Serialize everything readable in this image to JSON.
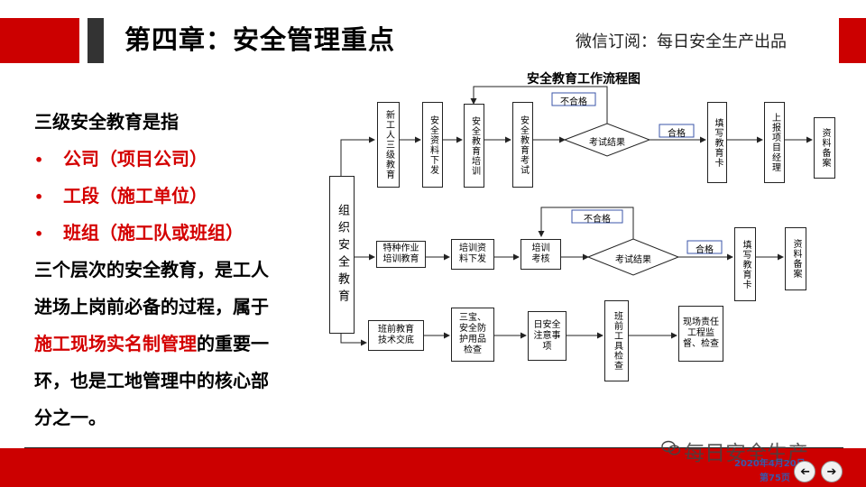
{
  "header": {
    "title": "第四章：安全管理重点",
    "subscribe": "微信订阅：每日安全生产出品"
  },
  "left_panel": {
    "intro": "三级安全教育是指",
    "bullet": "•",
    "items": [
      "公司（项目公司）",
      "工段（施工单位）",
      "班组（施工队或班组）"
    ],
    "body_1": "三个层次的安全教育，是工人",
    "body_2": "进场上岗前必备的过程，属于",
    "body_3_highlight": "施工现场实名制管理",
    "body_3_rest": "的重要一",
    "body_4": "环，也是工地管理中的核心部",
    "body_5": "分之一。"
  },
  "flowchart": {
    "title": "安全教育工作流程图",
    "root": "组织安全教育",
    "row1": [
      "新工人三级教育",
      "安全资料下发",
      "安全教育培训",
      "安全教育考试",
      "考试结果",
      "填写教育卡",
      "上报项目经理",
      "资料备案"
    ],
    "row2": [
      "特种作业培训教育",
      "培训资料下发",
      "培训考核",
      "考试结果",
      "填写教育卡",
      "资料备案"
    ],
    "row3": [
      "班前教育技术交底",
      "三宝、安全防护用品检查",
      "日安全注意事项",
      "班前工具检查",
      "现场责任工程监督、检查"
    ],
    "fail_label": "不合格",
    "pass_label": "合格"
  },
  "footer": {
    "watermark": "每日安全生产",
    "date": "2020年4月20日",
    "page": "第75页",
    "prev_icon": "arrow-left-icon",
    "next_icon": "arrow-right-icon"
  },
  "colors": {
    "accent_red": "#cc0000",
    "dark_block": "#333333",
    "label_blue": "#3b56a8"
  }
}
